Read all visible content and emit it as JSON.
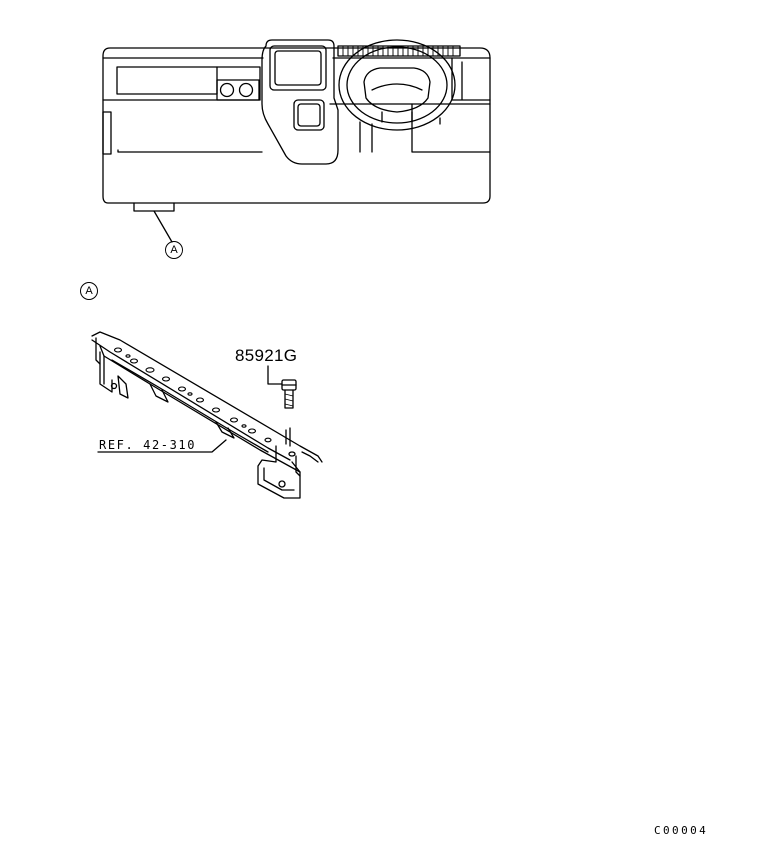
{
  "callouts": {
    "view_marker": "A",
    "detail_label": "A"
  },
  "part": {
    "number": "85921G",
    "reference": "REF. 42-310"
  },
  "figure_code": "C00004"
}
